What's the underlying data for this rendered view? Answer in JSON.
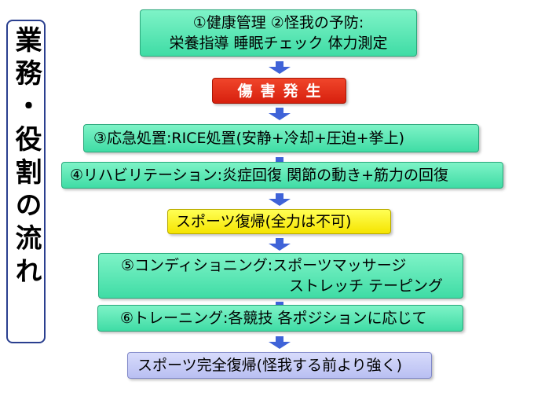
{
  "sidebar": {
    "title": "業務・役割の流れ"
  },
  "steps": [
    {
      "id": "step1",
      "lines": [
        "①健康管理 ②怪我の予防:",
        "栄養指導 睡眠チェック 体力測定"
      ]
    },
    {
      "id": "step2",
      "lines": [
        "傷害発生"
      ]
    },
    {
      "id": "step3",
      "lines": [
        "③応急処置:RICE処置(安静+冷却+圧迫+挙上)"
      ]
    },
    {
      "id": "step4",
      "lines": [
        "④リハビリテーション:炎症回復 関節の動き+筋力の回復"
      ]
    },
    {
      "id": "step5",
      "lines": [
        "スポーツ復帰(全力は不可)"
      ]
    },
    {
      "id": "step6",
      "lines": [
        "⑤コンディショニング:スポーツマッサージ",
        "ストレッチ テーピング"
      ]
    },
    {
      "id": "step7",
      "lines": [
        "⑥トレーニング:各競技 各ポジションに応じて"
      ]
    },
    {
      "id": "step8",
      "lines": [
        "スポーツ完全復帰(怪我する前より強く)"
      ]
    }
  ],
  "colors": {
    "green": "#4fe6b0",
    "red": "#e2311a",
    "yellow": "#ffee00",
    "lavender": "#c6cbf6",
    "arrow": "#3f63d8",
    "sidebar_border": "#2a3f8f"
  }
}
